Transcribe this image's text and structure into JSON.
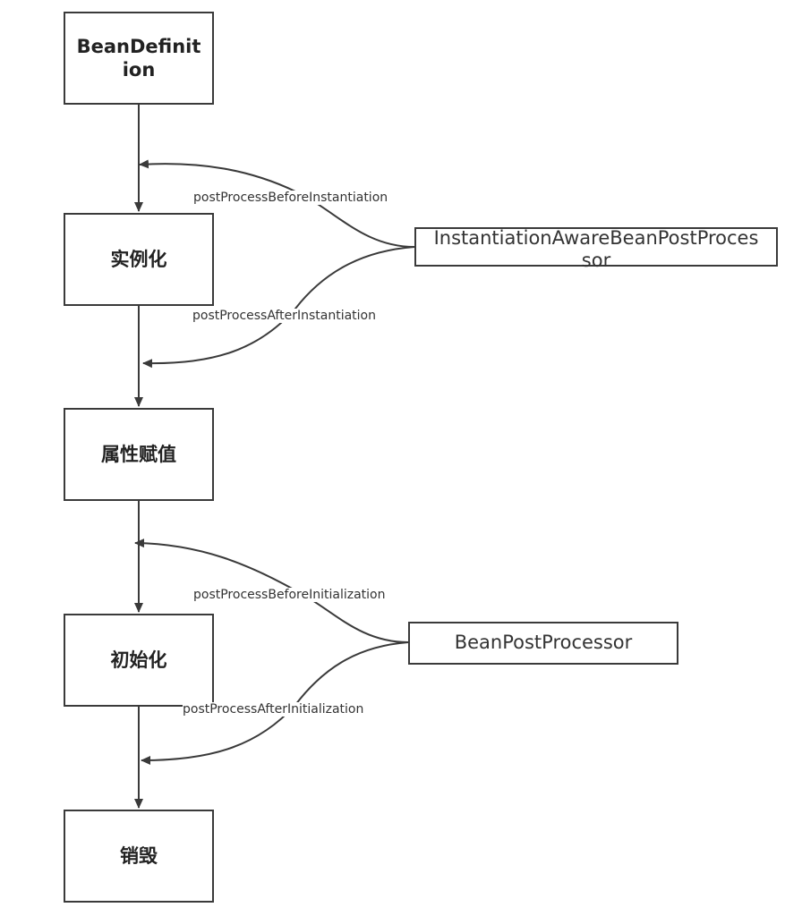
{
  "stages": {
    "bean_definition": "BeanDefinition",
    "instantiation": "实例化",
    "populate": "属性赋值",
    "initialization": "初始化",
    "destruction": "销毁"
  },
  "processors": {
    "instantiation_aware": "InstantiationAwareBeanPostProcessor",
    "bean_post_processor": "BeanPostProcessor"
  },
  "edge_labels": {
    "before_instantiation": "postProcessBeforeInstantiation",
    "after_instantiation": "postProcessAfterInstantiation",
    "before_initialization": "postProcessBeforeInitialization",
    "after_initialization": "postProcessAfterInitialization"
  },
  "colors": {
    "line": "#3a3a3a",
    "background": "#ffffff"
  }
}
